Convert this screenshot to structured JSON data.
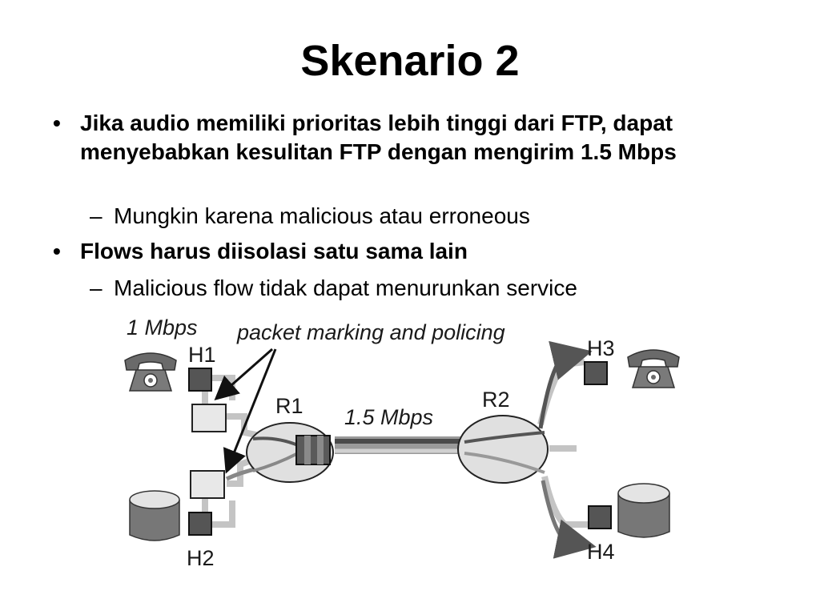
{
  "slide": {
    "title": "Skenario 2",
    "bullets": [
      {
        "marker": "•",
        "text": "Jika audio memiliki prioritas lebih tinggi dari FTP, dapat menyebabkan kesulitan FTP dengan mengirim 1.5 Mbps",
        "sub": {
          "marker": "–",
          "text": "Mungkin karena malicious atau erroneous"
        }
      },
      {
        "marker": "•",
        "text": "Flows harus diisolasi satu sama lain",
        "sub": {
          "marker": "–",
          "text": "Malicious flow tidak dapat menurunkan service"
        }
      }
    ]
  },
  "diagram": {
    "label_rate_h1": "1 Mbps",
    "label_policing": "packet marking and policing",
    "label_link": "1.5 Mbps",
    "hosts": {
      "h1": "H1",
      "h2": "H2",
      "h3": "H3",
      "h4": "H4"
    },
    "routers": {
      "r1": "R1",
      "r2": "R2"
    },
    "icons": [
      "telephone-icon",
      "database-icon"
    ]
  }
}
